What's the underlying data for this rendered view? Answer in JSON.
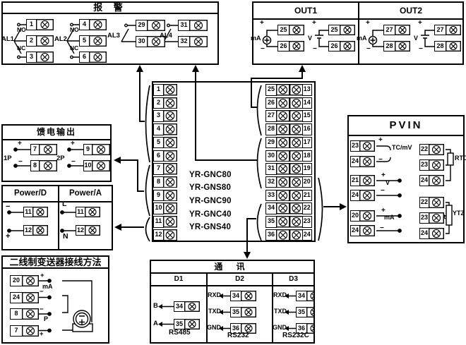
{
  "alarm": {
    "title": "报 警",
    "groups": [
      {
        "label": "AL1",
        "no": "NO",
        "nc": "NC",
        "terminals": [
          "1",
          "2",
          "3"
        ]
      },
      {
        "label": "AL2",
        "no": "NO",
        "nc": "NC",
        "terminals": [
          "4",
          "5",
          "6"
        ]
      },
      {
        "label": "AL3",
        "terminals": [
          "29",
          "30"
        ]
      },
      {
        "label": "AL4",
        "terminals": [
          "31",
          "32"
        ]
      }
    ]
  },
  "out": {
    "plus": "+",
    "minus": "−",
    "ma_label": "mA",
    "v_label": "V",
    "out1": {
      "title": "OUT1",
      "ma_terminals": [
        "25",
        "26"
      ],
      "v_terminals": [
        "25",
        "26"
      ]
    },
    "out2": {
      "title": "OUT2",
      "ma_terminals": [
        "27",
        "28"
      ],
      "v_terminals": [
        "27",
        "28"
      ]
    }
  },
  "center": {
    "models": [
      "YR-GNC80",
      "YR-GNS80",
      "YR-GNC90",
      "YR-GNC40",
      "YR-GNS40"
    ],
    "left_terminals": [
      "1",
      "2",
      "3",
      "4",
      "5",
      "6",
      "7",
      "8",
      "9",
      "10",
      "11",
      "12"
    ],
    "mid_terminals": [
      "25",
      "26",
      "27",
      "28",
      "29",
      "30",
      "31",
      "32",
      "33",
      "34",
      "35",
      "36"
    ],
    "right_terminals": [
      "13",
      "14",
      "15",
      "16",
      "17",
      "18",
      "19",
      "20",
      "21",
      "22",
      "23",
      "24"
    ]
  },
  "pvin": {
    "title": "PVIN",
    "plus": "+",
    "minus": "−",
    "tc": {
      "label": "TC/mV",
      "terminals": [
        "23",
        "24"
      ]
    },
    "v": {
      "label": "V",
      "terminals": [
        "21",
        "24"
      ]
    },
    "ma": {
      "label": "mA",
      "terminals": [
        "20",
        "24"
      ]
    },
    "rtd": {
      "label": "RTD",
      "terminals": [
        "22",
        "23",
        "24"
      ]
    },
    "ytz": {
      "label": "YTZ",
      "terminals": [
        "22",
        "23",
        "24"
      ]
    }
  },
  "feed": {
    "title": "馈电输出",
    "plus": "+",
    "minus": "−",
    "groups": [
      {
        "label": "1P",
        "terminals": [
          "7",
          "8"
        ]
      },
      {
        "label": "2P",
        "terminals": [
          "9",
          "10"
        ]
      }
    ]
  },
  "power": {
    "d": {
      "title": "Power/D",
      "top_label": "−",
      "bottom_label": "+",
      "terminals": [
        "11",
        "12"
      ]
    },
    "a": {
      "title": "Power/A",
      "top_label": "L",
      "bottom_label": "N",
      "terminals": [
        "11",
        "12"
      ]
    }
  },
  "twowire": {
    "title": "二线制变送器接线方法",
    "plus": "+",
    "minus": "−",
    "ma_label": "mA",
    "p_label": "P",
    "terminals": [
      "20",
      "24",
      "8",
      "7"
    ]
  },
  "comm": {
    "title": "通 讯",
    "columns": [
      {
        "name": "D1",
        "standard": "RS485",
        "pins": [
          {
            "label": "B",
            "terminal": "34"
          },
          {
            "label": "A",
            "terminal": "35"
          }
        ]
      },
      {
        "name": "D2",
        "standard": "RS232",
        "pins": [
          {
            "label": "RXD",
            "terminal": "34"
          },
          {
            "label": "TXD",
            "terminal": "35"
          },
          {
            "label": "GND",
            "terminal": "36"
          }
        ]
      },
      {
        "name": "D3",
        "standard": "RS232C",
        "pins": [
          {
            "label": "RXD",
            "terminal": "34"
          },
          {
            "label": "TXD",
            "terminal": "35"
          },
          {
            "label": "GND",
            "terminal": "36"
          }
        ]
      }
    ]
  }
}
